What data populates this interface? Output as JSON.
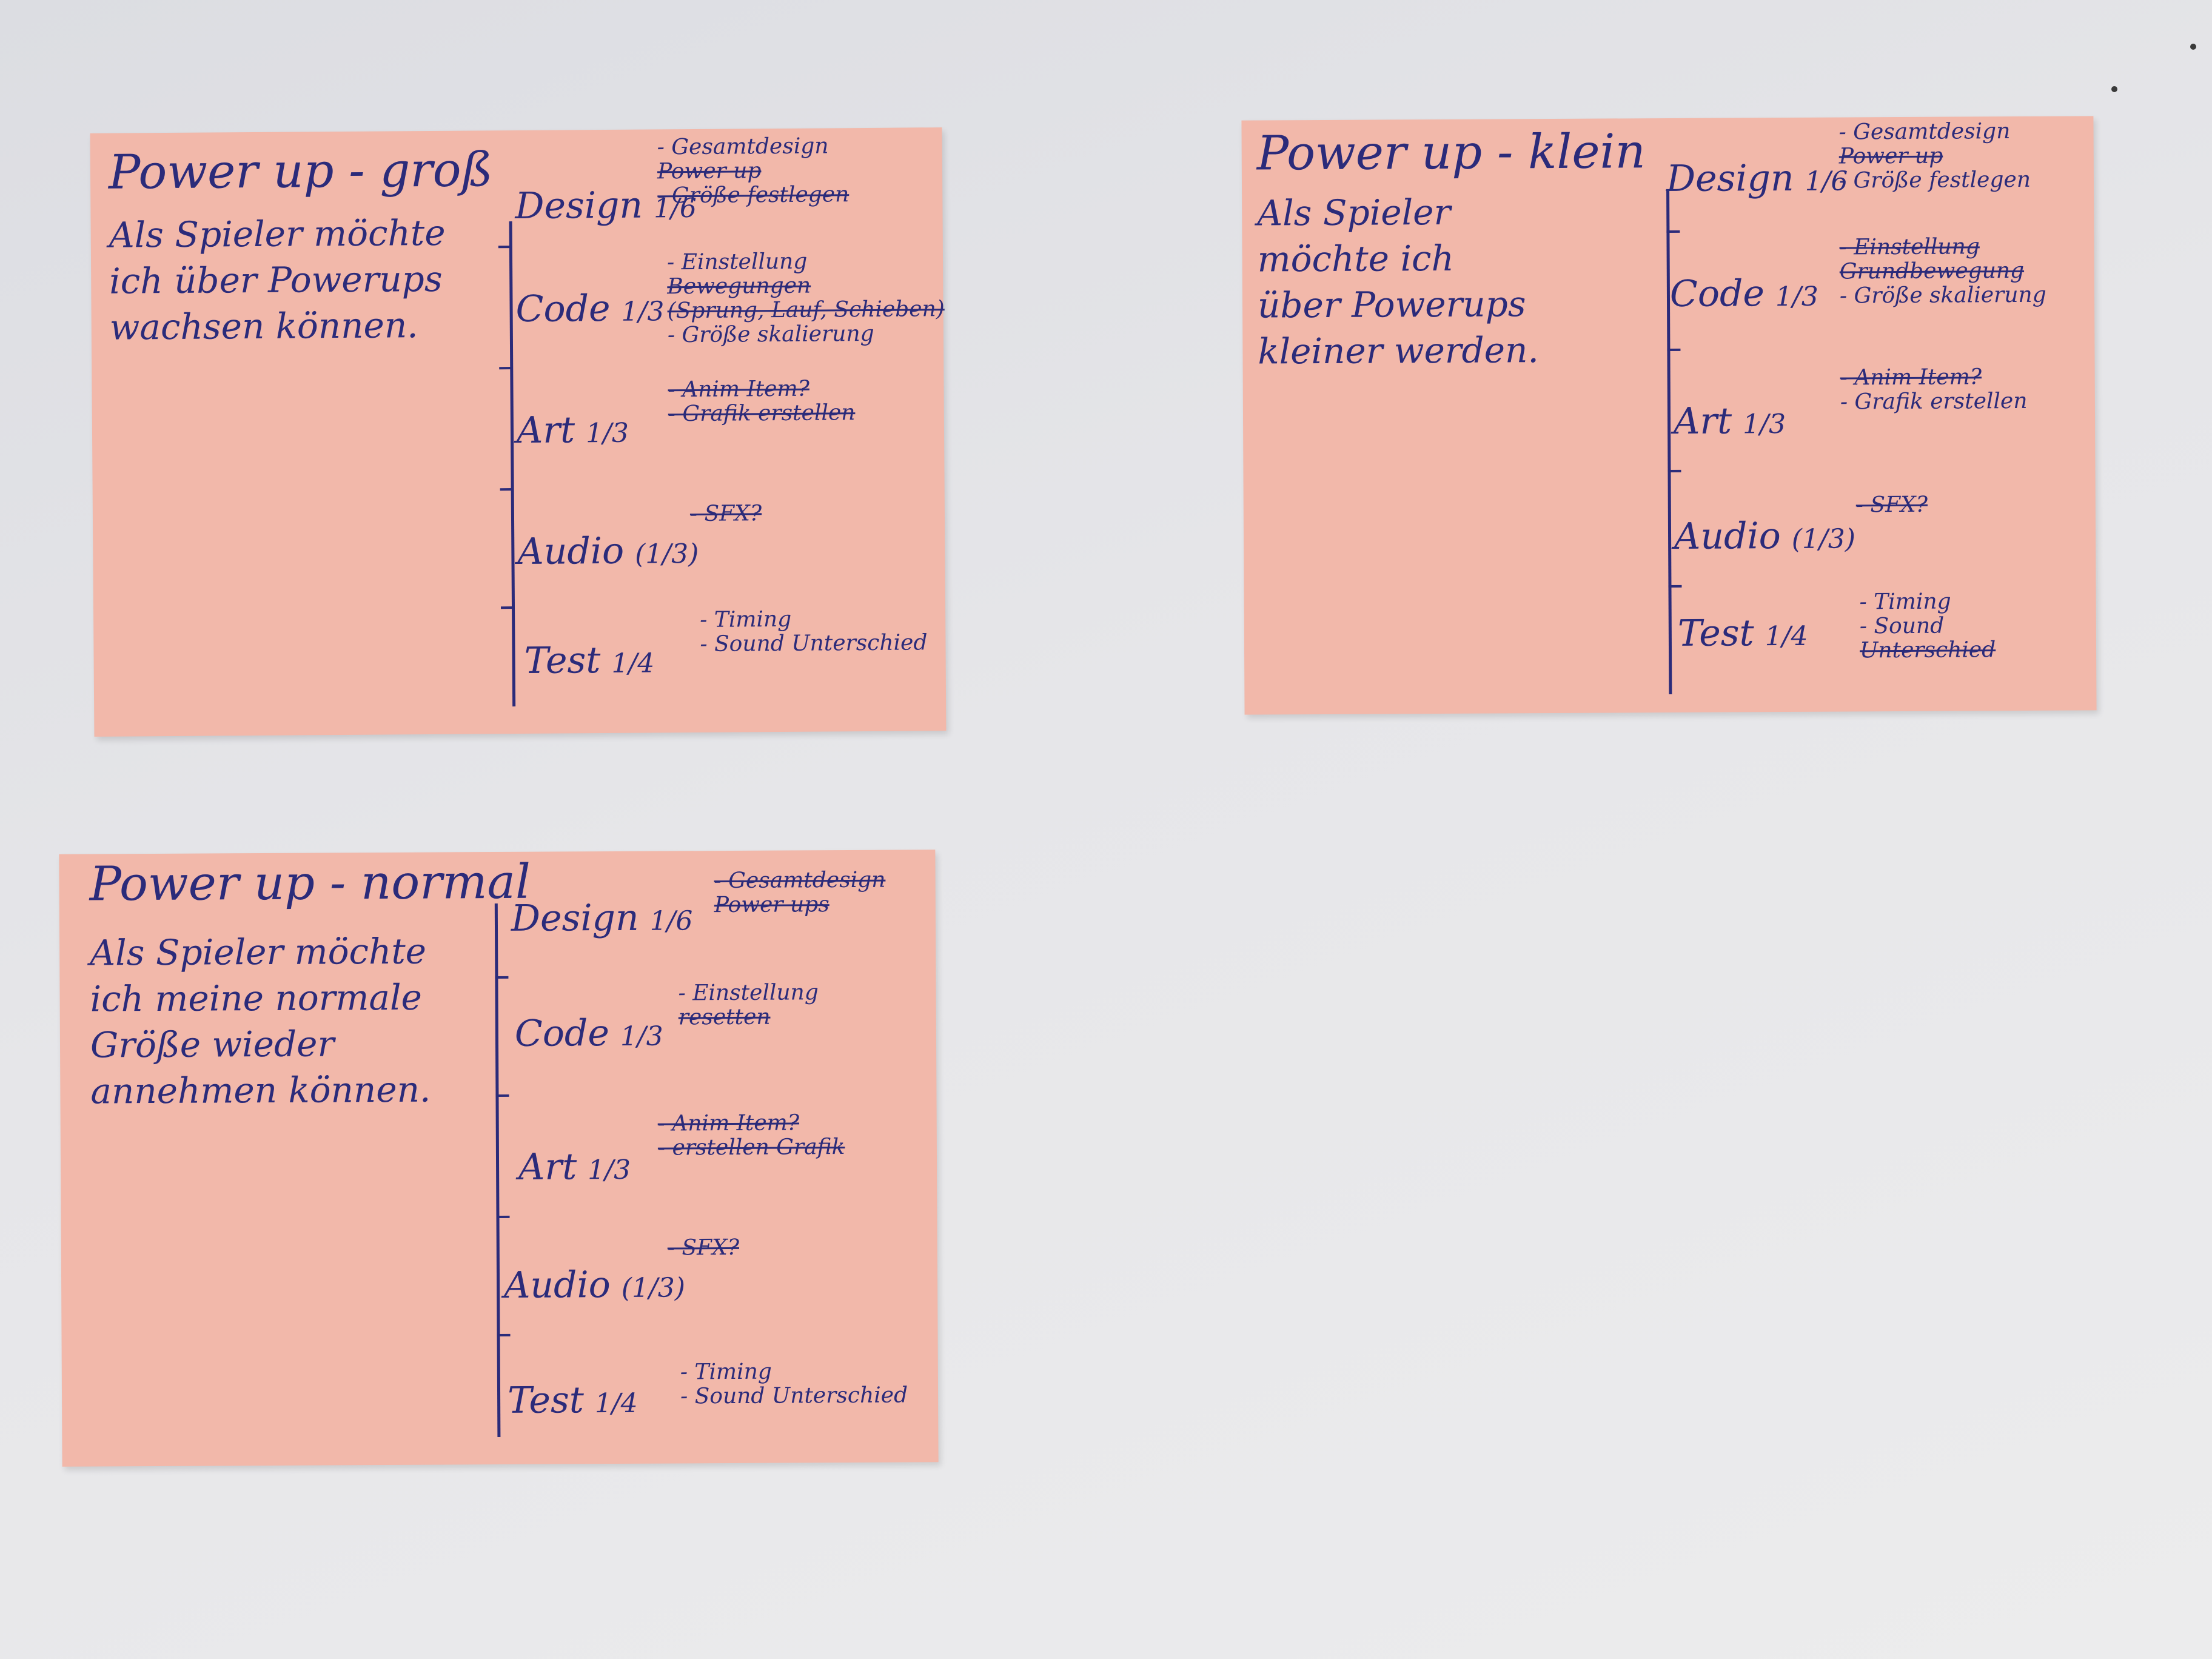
{
  "cards": [
    {
      "title": "Power up - groß",
      "story": "Als Spieler möchte\nich über Powerups\nwachsen können.",
      "rows": [
        {
          "label": "Design",
          "fraction": "1/6",
          "notes": [
            {
              "t": "- Gesamtdesign",
              "s": false
            },
            {
              "t": "Power up",
              "s": true
            },
            {
              "t": "- Größe festlegen",
              "s": true
            }
          ]
        },
        {
          "label": "Code",
          "fraction": "1/3",
          "notes": [
            {
              "t": "- Einstellung",
              "s": false
            },
            {
              "t": "Bewegungen",
              "s": true
            },
            {
              "t": "(Sprung, Lauf, Schieben)",
              "s": true
            },
            {
              "t": "- Größe skalierung",
              "s": false
            }
          ]
        },
        {
          "label": "Art",
          "fraction": "1/3",
          "notes": [
            {
              "t": "- Anim Item?",
              "s": true
            },
            {
              "t": "- Grafik erstellen",
              "s": true
            }
          ]
        },
        {
          "label": "Audio",
          "fraction": "(1/3)",
          "notes": [
            {
              "t": "- SFX?",
              "s": true
            }
          ]
        },
        {
          "label": "Test",
          "fraction": "1/4",
          "notes": [
            {
              "t": "- Timing",
              "s": false
            },
            {
              "t": "- Sound Unterschied",
              "s": false
            }
          ]
        }
      ]
    },
    {
      "title": "Power up - klein",
      "story": "Als Spieler\nmöchte ich\nüber Powerups\nkleiner werden.",
      "rows": [
        {
          "label": "Design",
          "fraction": "1/6",
          "notes": [
            {
              "t": "- Gesamtdesign",
              "s": false
            },
            {
              "t": "Power up",
              "s": true
            },
            {
              "t": "- Größe festlegen",
              "s": false
            }
          ]
        },
        {
          "label": "Code",
          "fraction": "1/3",
          "notes": [
            {
              "t": "- Einstellung",
              "s": true
            },
            {
              "t": "Grundbewegung",
              "s": true
            },
            {
              "t": "- Größe skalierung",
              "s": false
            }
          ]
        },
        {
          "label": "Art",
          "fraction": "1/3",
          "notes": [
            {
              "t": "- Anim Item?",
              "s": true
            },
            {
              "t": "- Grafik erstellen",
              "s": false
            }
          ]
        },
        {
          "label": "Audio",
          "fraction": "(1/3)",
          "notes": [
            {
              "t": "- SFX?",
              "s": true
            }
          ]
        },
        {
          "label": "Test",
          "fraction": "1/4",
          "notes": [
            {
              "t": "- Timing",
              "s": false
            },
            {
              "t": "- Sound",
              "s": false
            },
            {
              "t": "Unterschied",
              "s": true
            }
          ]
        }
      ]
    },
    {
      "title": "Power up - normal",
      "story": "Als Spieler möchte\nich meine normale\nGröße wieder\nannehmen können.",
      "rows": [
        {
          "label": "Design",
          "fraction": "1/6",
          "notes": [
            {
              "t": "- Gesamtdesign",
              "s": true
            },
            {
              "t": "Power ups",
              "s": true
            }
          ]
        },
        {
          "label": "Code",
          "fraction": "1/3",
          "notes": [
            {
              "t": "- Einstellung",
              "s": false
            },
            {
              "t": "resetten",
              "s": true
            }
          ]
        },
        {
          "label": "Art",
          "fraction": "1/3",
          "notes": [
            {
              "t": "- Anim Item?",
              "s": true
            },
            {
              "t": "- erstellen Grafik",
              "s": true
            }
          ]
        },
        {
          "label": "Audio",
          "fraction": "(1/3)",
          "notes": [
            {
              "t": "- SFX?",
              "s": true
            }
          ]
        },
        {
          "label": "Test",
          "fraction": "1/4",
          "notes": [
            {
              "t": "- Timing",
              "s": false
            },
            {
              "t": "- Sound Unterschied",
              "s": false
            }
          ]
        }
      ]
    }
  ]
}
